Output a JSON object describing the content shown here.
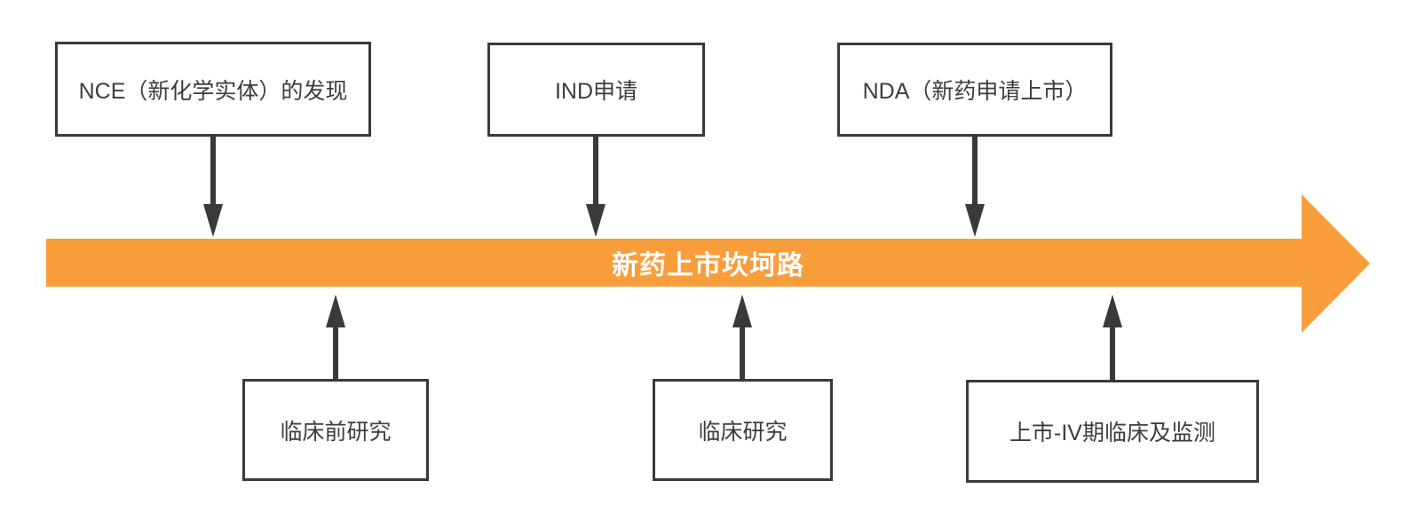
{
  "diagram": {
    "title": "新药上市坎坷路",
    "type": "timeline-flow",
    "colors": {
      "arrow_fill": "#FA9D3B",
      "connector_line": "#3A3A3A",
      "box_border": "#3A3A3A",
      "box_text": "#3D3D3D",
      "title_text": "#FFFFFF",
      "background": "#FFFFFF"
    },
    "top_nodes": [
      {
        "id": "nce-discovery",
        "label": "NCE（新化学实体）的发现"
      },
      {
        "id": "ind-application",
        "label": "IND申请"
      },
      {
        "id": "nda-application",
        "label": "NDA（新药申请上市）"
      }
    ],
    "bottom_nodes": [
      {
        "id": "preclinical-research",
        "label": "临床前研究"
      },
      {
        "id": "clinical-research",
        "label": "临床研究"
      },
      {
        "id": "post-market-phase4-monitoring",
        "label": "上市-IV期临床及监测"
      }
    ]
  }
}
